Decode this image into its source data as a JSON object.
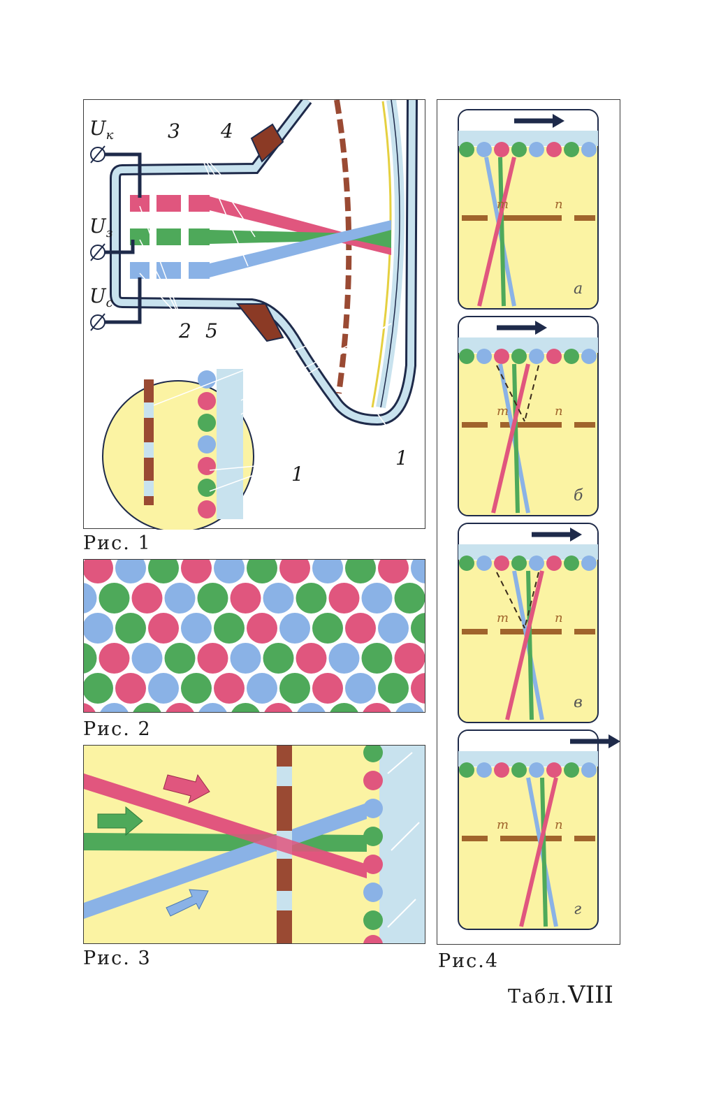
{
  "colors": {
    "red": "#e0567e",
    "green": "#4ea95a",
    "blue": "#8ab2e6",
    "yellow": "#fbf3a3",
    "glass": "#c8e2ee",
    "mask": "#9a4a33",
    "dark": "#1e2a4a",
    "brown": "#a0642c"
  },
  "fig1": {
    "caption": "Рис. 1",
    "voltages": [
      "U",
      "U",
      "U"
    ],
    "voltage_subs": [
      "к",
      "з",
      "с"
    ],
    "numbers": {
      "n1a": "1",
      "n1b": "1",
      "n2": "2",
      "n3": "3",
      "n4": "4",
      "n5": "5"
    }
  },
  "fig2": {
    "caption": "Рис. 2"
  },
  "fig3": {
    "caption": "Рис. 3"
  },
  "fig4": {
    "caption": "Рис.4",
    "subpanels": [
      {
        "letter": "а",
        "m": "m",
        "n": "п"
      },
      {
        "letter": "б",
        "m": "m",
        "n": "п"
      },
      {
        "letter": "в",
        "m": "m",
        "n": "п"
      },
      {
        "letter": "г",
        "m": "m",
        "n": "п"
      }
    ]
  },
  "plate_label": "Табл.",
  "plate_number": "VIII"
}
